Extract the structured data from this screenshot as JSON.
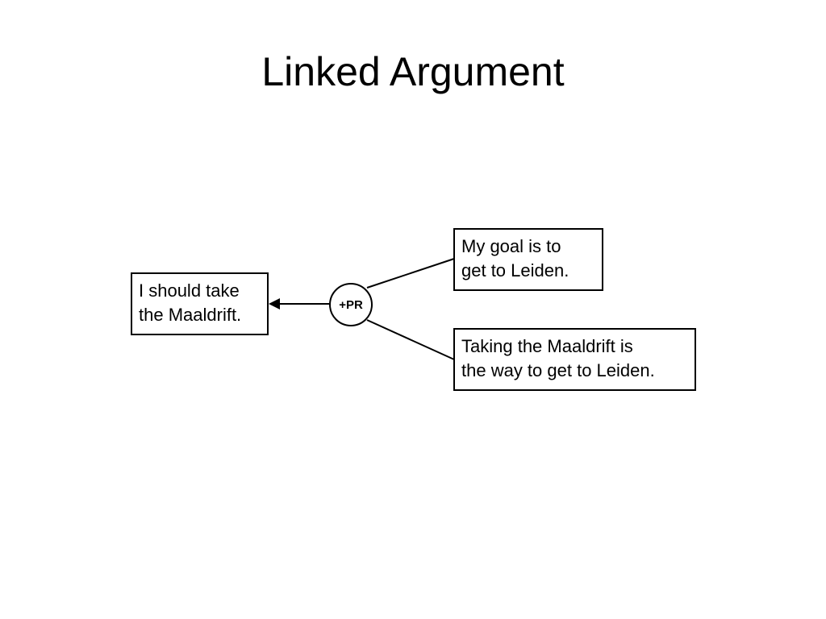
{
  "slide": {
    "title": "Linked Argument"
  },
  "diagram": {
    "conclusion": {
      "line1": "I should take",
      "line2": "the Maaldrift."
    },
    "node": {
      "label": "+PR"
    },
    "premises": [
      {
        "line1": "My goal is to",
        "line2": "get to Leiden."
      },
      {
        "line1": "Taking the Maaldrift is",
        "line2": "the way to get to Leiden."
      }
    ]
  }
}
